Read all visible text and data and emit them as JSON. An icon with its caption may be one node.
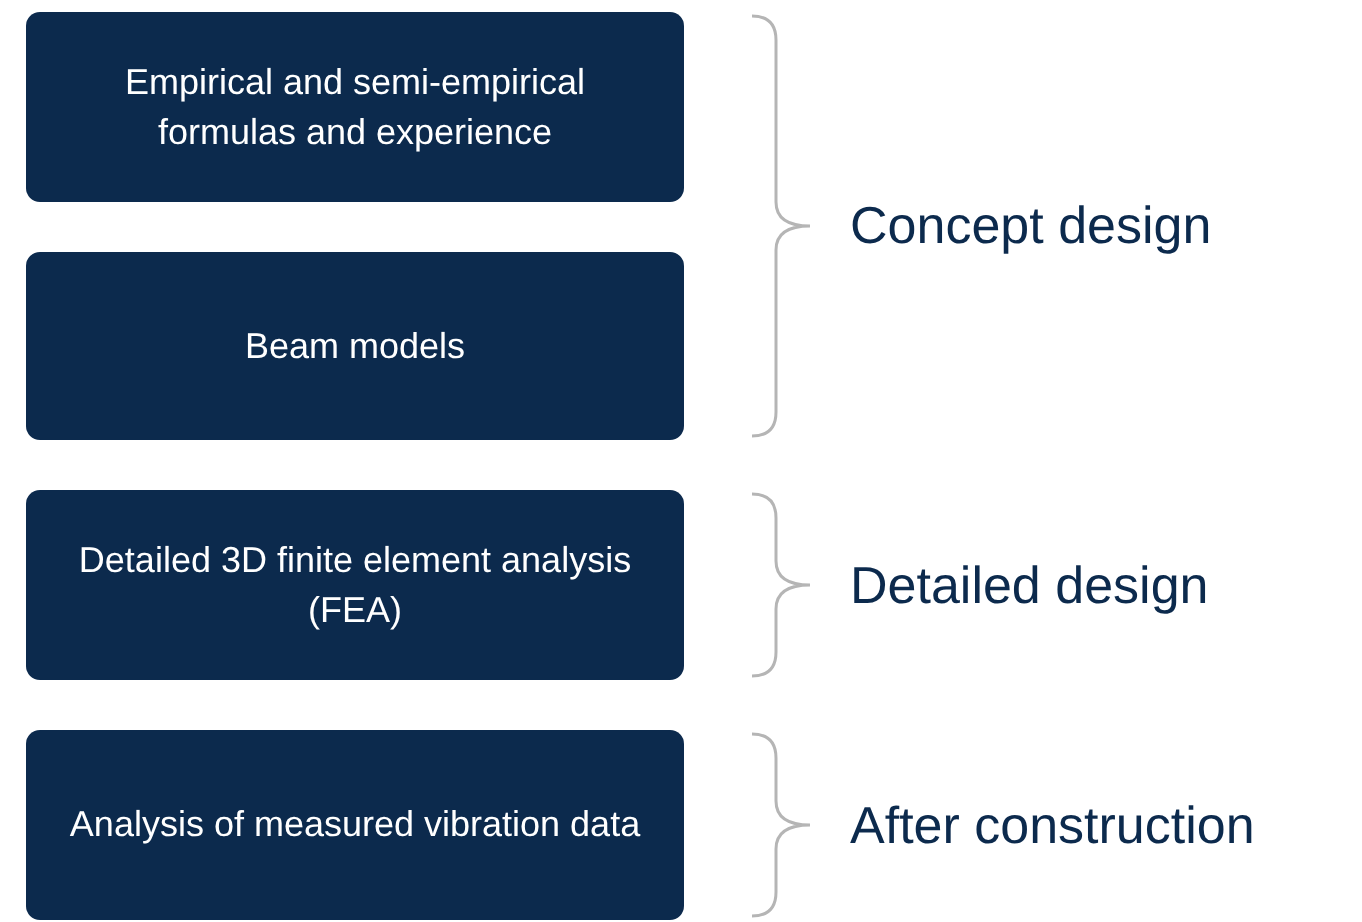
{
  "diagram": {
    "nodes": [
      {
        "text": [
          "Empirical and semi-empirical formulas and experience"
        ]
      },
      {
        "text": [
          "Beam models"
        ]
      },
      {
        "text": [
          "Detailed 3D finite element analysis (FEA)"
        ]
      },
      {
        "text": [
          "Analysis of measured vibration data"
        ]
      }
    ],
    "labels": [
      "Concept design",
      "Detailed design",
      "After construction"
    ]
  }
}
